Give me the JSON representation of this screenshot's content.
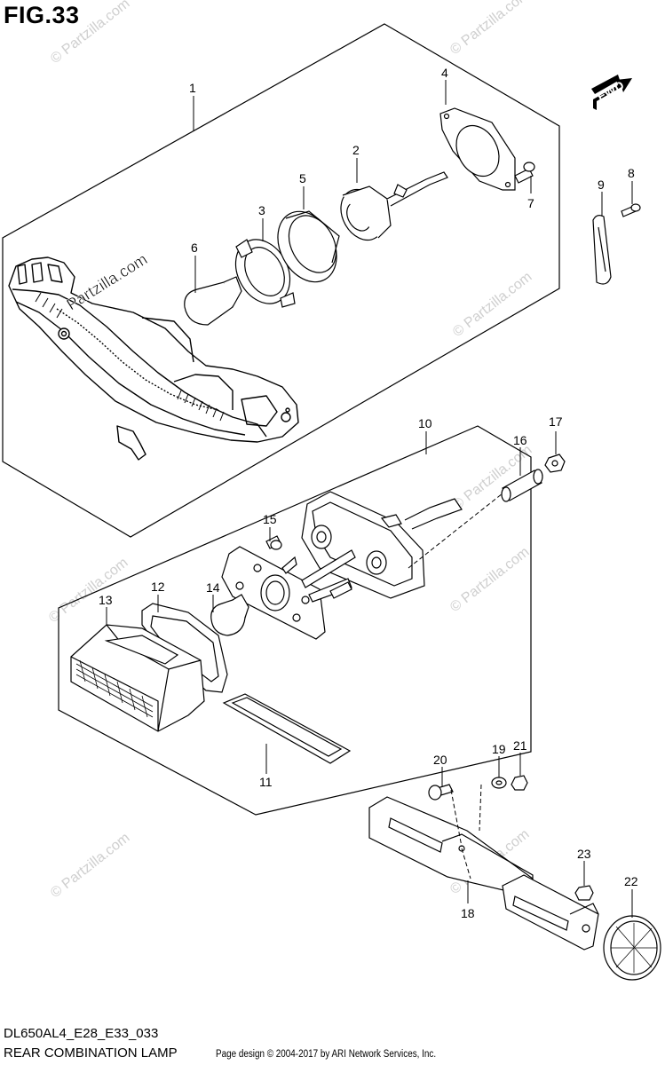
{
  "figure": {
    "title": "FIG.33",
    "model_code": "DL650AL4_E28_E33_033",
    "section_title": "REAR COMBINATION LAMP",
    "copyright": "Page design © 2004-2017 by ARI Network Services, Inc."
  },
  "fwd_label": "FWD",
  "watermark_text": "© Partzilla.com",
  "brand_text": "Partzilla.com",
  "callouts": [
    "1",
    "2",
    "3",
    "4",
    "5",
    "6",
    "7",
    "8",
    "9",
    "10",
    "11",
    "12",
    "13",
    "14",
    "15",
    "16",
    "17",
    "18",
    "19",
    "20",
    "21",
    "22",
    "23"
  ],
  "colors": {
    "line": "#000000",
    "watermark": "#d0d0d0",
    "background": "#ffffff"
  }
}
